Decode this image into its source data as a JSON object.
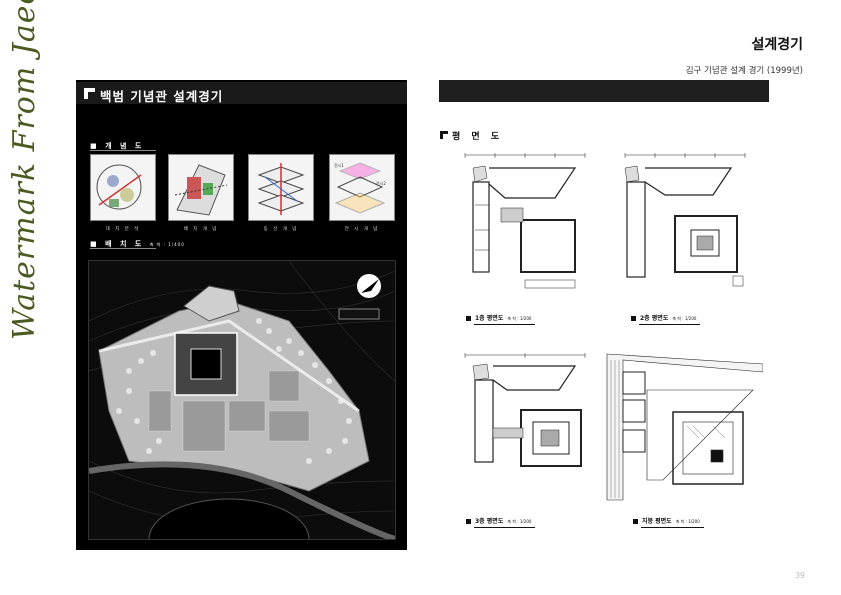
{
  "watermark": "Watermark From Jaee.net",
  "header": {
    "title": "설계경기",
    "subtitle": "김구 기념관 설계 경기 (1999년)"
  },
  "left_panel": {
    "title": "백범 기념관 설계경기",
    "section_concept": "개 념 도",
    "thumbs": [
      {
        "caption": "대 지 분 석"
      },
      {
        "caption": "배 치 개 념"
      },
      {
        "caption": "동 선 개 념"
      },
      {
        "caption": "전 시 개 념"
      }
    ],
    "section_site": "배 치 도",
    "site_scale": "축 척 : 1/400"
  },
  "right_panel": {
    "plan_heading": "평 면 도",
    "plans": [
      {
        "label": "1층 평면도",
        "scale": "축 척 : 1/200"
      },
      {
        "label": "2층 평면도",
        "scale": "축 척 : 1/200"
      },
      {
        "label": "3층 평면도",
        "scale": "축 척 : 1/200"
      },
      {
        "label": "지붕 평면도",
        "scale": "축 척 : 1/200"
      }
    ]
  },
  "page_number": "39"
}
